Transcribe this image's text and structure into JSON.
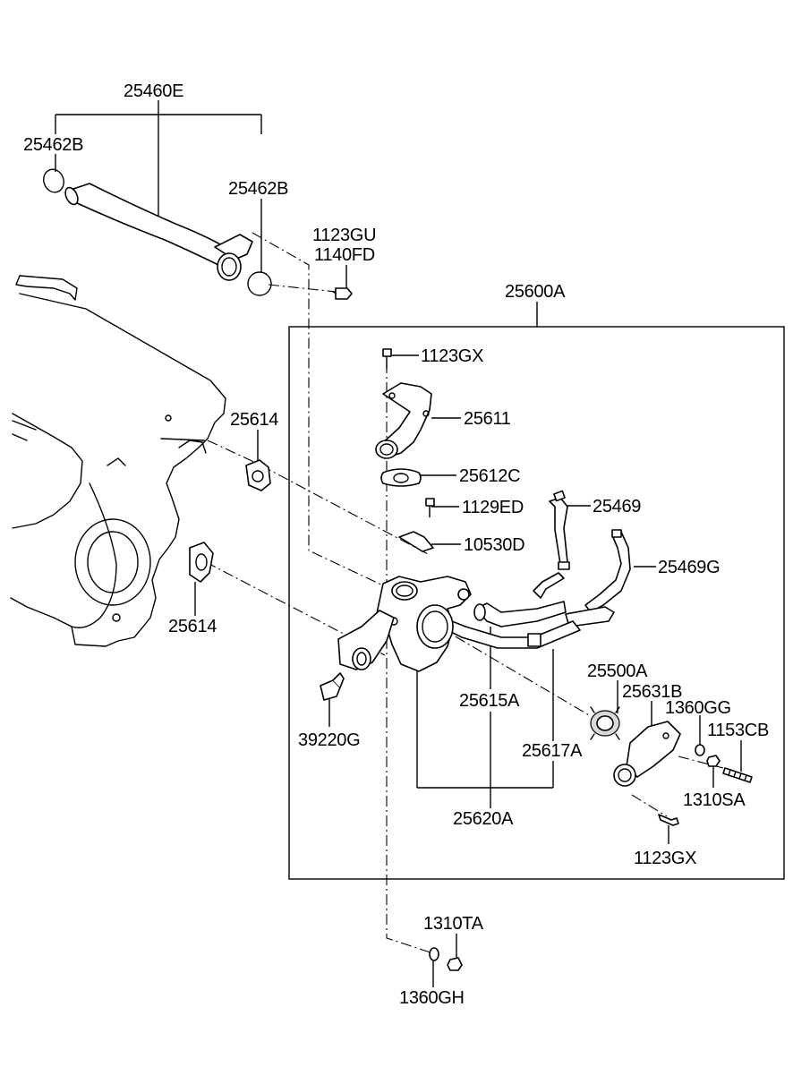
{
  "labels": {
    "p25460E": "25460E",
    "p25462B_left": "25462B",
    "p25462B_right": "25462B",
    "p1123GU": "1123GU",
    "p1140FD": "1140FD",
    "p25600A": "25600A",
    "p1123GX_top": "1123GX",
    "p25611": "25611",
    "p25614_top": "25614",
    "p25612C": "25612C",
    "p1129ED": "1129ED",
    "p25469": "25469",
    "p10530D": "10530D",
    "p25469G": "25469G",
    "p25614_bottom": "25614",
    "p25500A": "25500A",
    "p25631B": "25631B",
    "p1360GG": "1360GG",
    "p1153CB": "1153CB",
    "p25615A": "25615A",
    "p39220G": "39220G",
    "p25617A": "25617A",
    "p1310SA": "1310SA",
    "p25620A": "25620A",
    "p1123GX_bottom": "1123GX",
    "p1310TA": "1310TA",
    "p1360GH": "1360GH"
  }
}
